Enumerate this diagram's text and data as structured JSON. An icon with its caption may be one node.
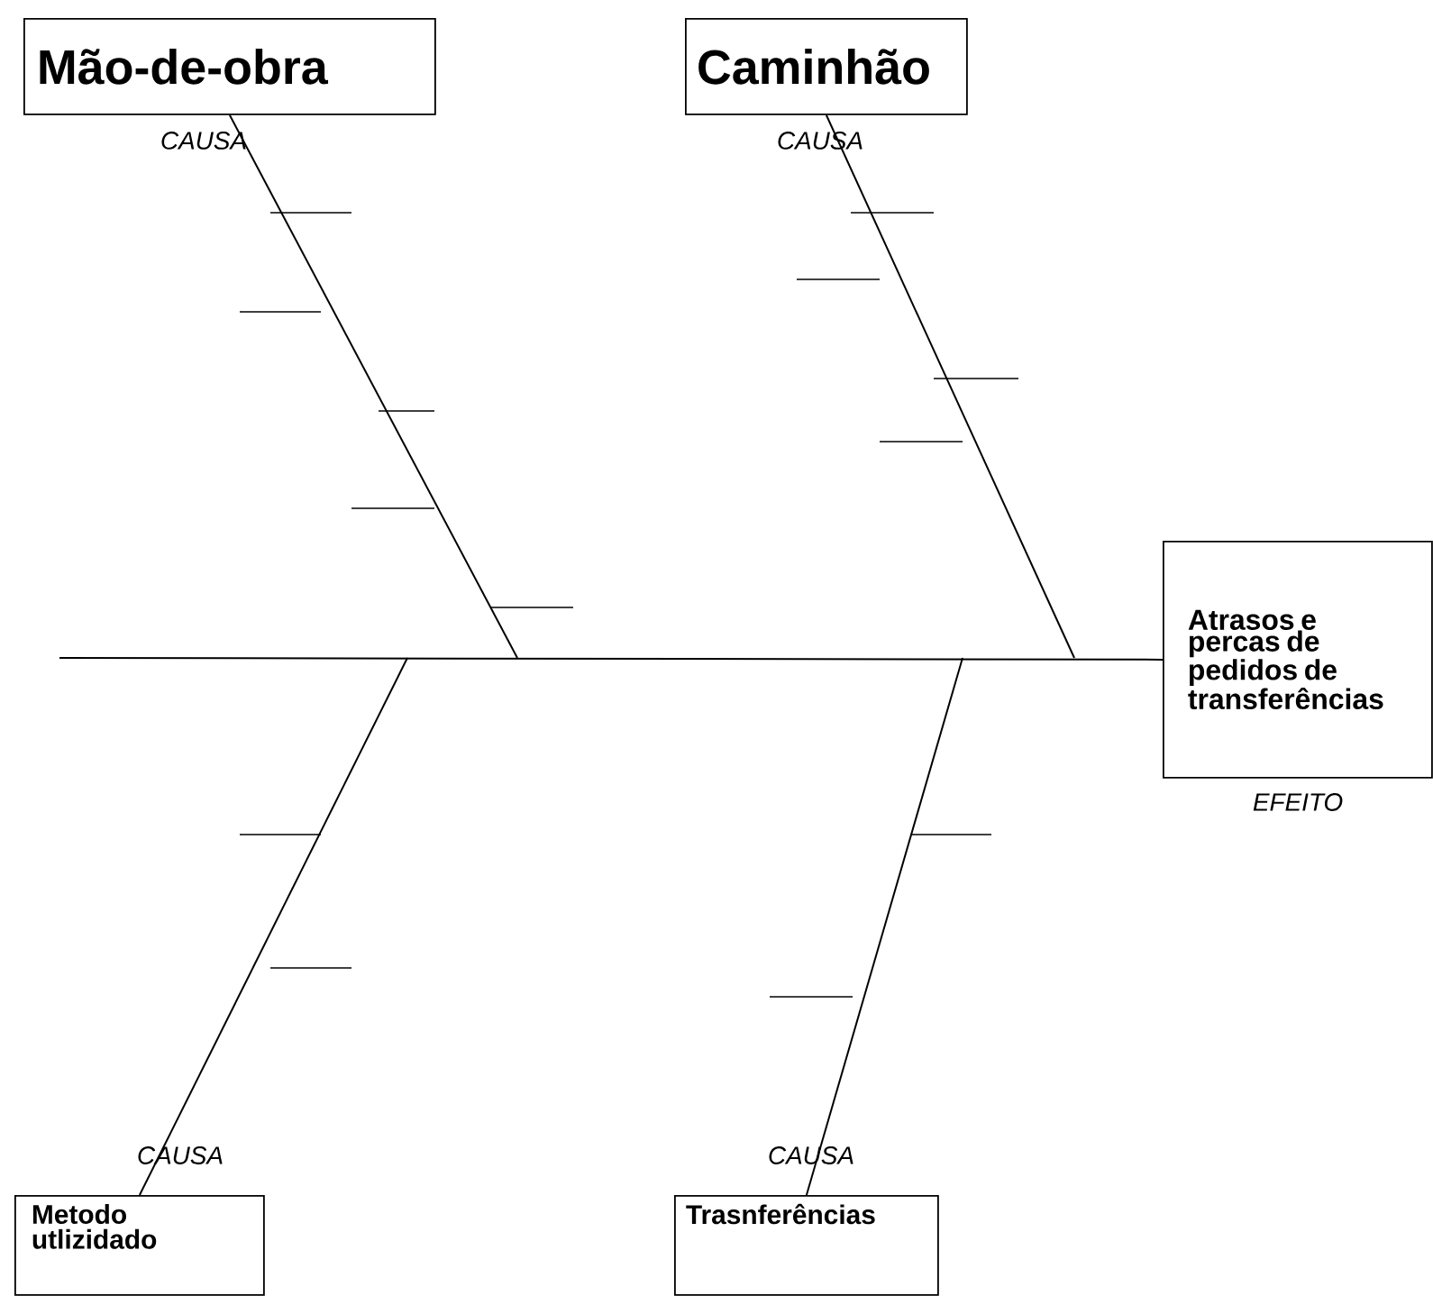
{
  "diagram": {
    "nodes": [
      {
        "text": [
          "Mão-de-obra"
        ],
        "beside": [
          "CAUSA"
        ]
      },
      {
        "text": [
          "Caminhão"
        ],
        "beside": [
          "CAUSA"
        ]
      },
      {
        "text": [
          "Atrasos e percas de pedidos de transferências"
        ],
        "beside": [
          "EFEITO"
        ]
      },
      {
        "text": [
          "Metodo utlizidado"
        ],
        "beside": [
          "CAUSA"
        ]
      },
      {
        "text": [
          "Trasnferências"
        ],
        "beside": [
          "CAUSA"
        ]
      }
    ],
    "edges": [
      {
        "from": null,
        "to": 2,
        "arrow": "none"
      },
      {
        "from": 0,
        "to": null,
        "arrow": "none"
      },
      {
        "from": 1,
        "to": null,
        "arrow": "none"
      },
      {
        "from": 3,
        "to": null,
        "arrow": "none"
      },
      {
        "from": 4,
        "to": null,
        "arrow": "none"
      }
    ]
  }
}
